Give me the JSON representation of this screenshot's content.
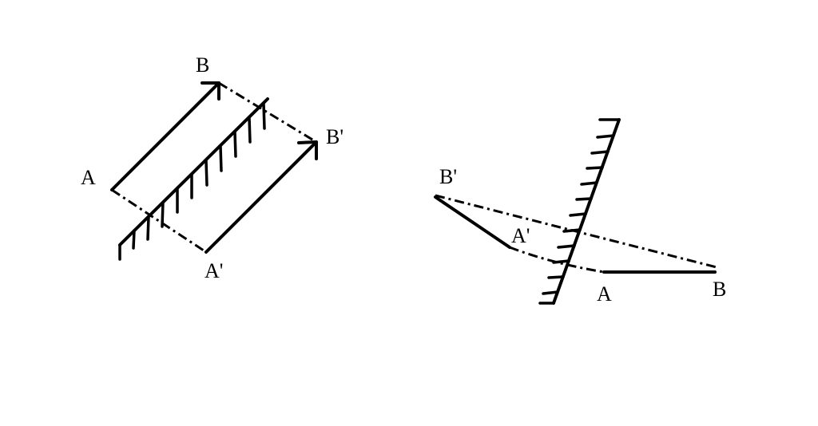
{
  "diagram_left": {
    "labels": {
      "A": "A",
      "B": "B",
      "A_prime": "A'",
      "B_prime": "B'"
    }
  },
  "diagram_right": {
    "labels": {
      "A": "A",
      "B": "B",
      "A_prime": "A'",
      "B_prime": "B'"
    }
  },
  "colors": {
    "ink": "#000000",
    "background": "#ffffff"
  }
}
